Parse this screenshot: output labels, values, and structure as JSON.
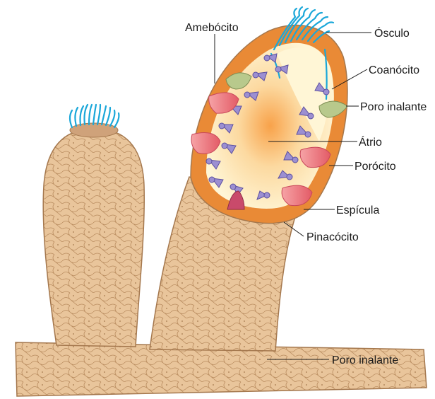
{
  "labels": {
    "amebocito": "Amebócito",
    "osculo": "Ósculo",
    "coanocito": "Coanócito",
    "poro_inalante_top": "Poro inalante",
    "atrio": "Átrio",
    "porocito": "Porócito",
    "espicula": "Espícula",
    "pinacocito": "Pinacócito",
    "poro_inalante_base": "Poro inalante"
  },
  "colors": {
    "body_tan": "#e8c397",
    "body_outline": "#a4774d",
    "flagella_blue": "#1aa7d9",
    "atrium_cream": "#fff3c8",
    "atrium_orange": "#f7a04a",
    "wall_orange": "#e98a36",
    "choanocyte_purple": "#9c8fd1",
    "porocyte_pink": "#ef7f86",
    "amebocyte_green": "#b8c98c"
  }
}
